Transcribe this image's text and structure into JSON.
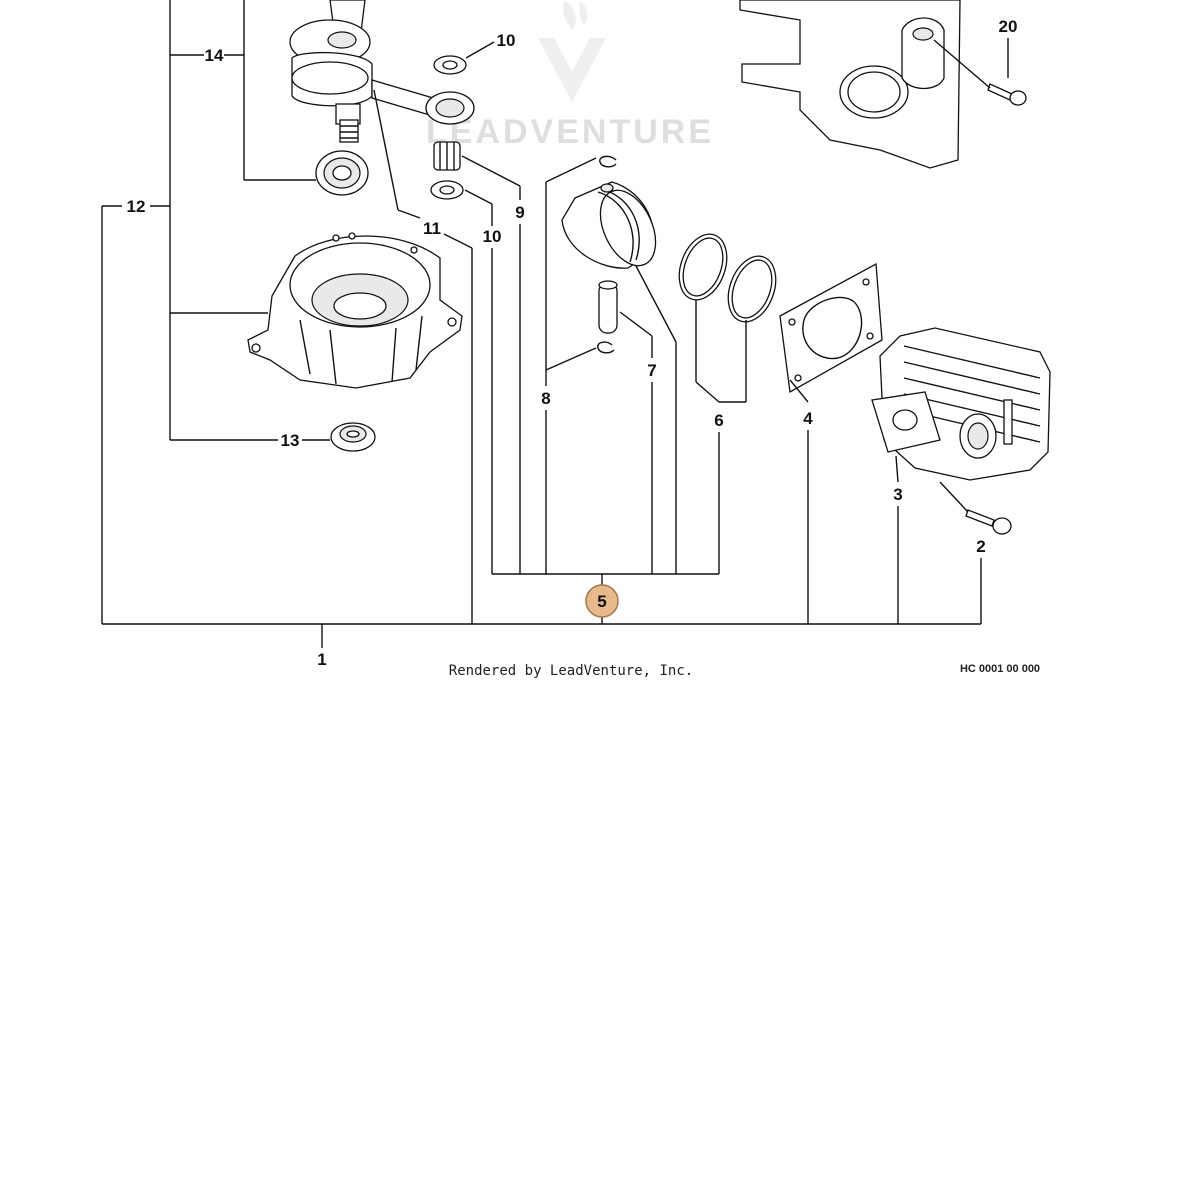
{
  "callouts": {
    "c1": "1",
    "c2": "2",
    "c3": "3",
    "c4": "4",
    "c5": "5",
    "c6": "6",
    "c7": "7",
    "c8": "8",
    "c9": "9",
    "c10a": "10",
    "c10b": "10",
    "c11": "11",
    "c12": "12",
    "c13": "13",
    "c14": "14",
    "c20": "20"
  },
  "highlighted_callout": "5",
  "watermark": {
    "text": "LEADVENTURE"
  },
  "footer": {
    "rendered_by": "Rendered by LeadVenture, Inc.",
    "code": "HC 0001 00 000"
  },
  "colors": {
    "highlight": "#e8b98a",
    "line": "#111111",
    "watermark": "#d6d6d6"
  }
}
